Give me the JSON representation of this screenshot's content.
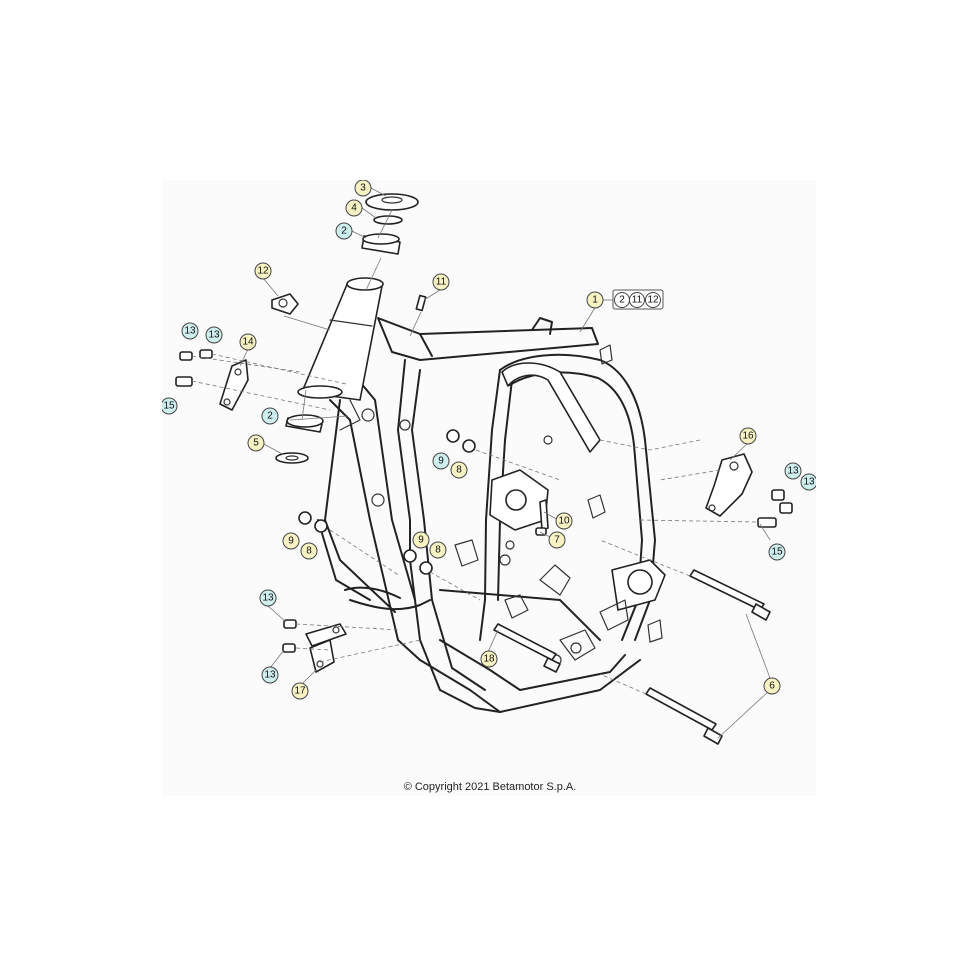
{
  "colors": {
    "callout_yellow": "#f7f2c4",
    "callout_teal": "#cfeeee",
    "callout_white": "#ffffff",
    "line": "#222222"
  },
  "callouts": [
    {
      "id": "c1",
      "label": "1",
      "color": "yellow"
    },
    {
      "id": "c1-kit-2",
      "label": "2",
      "color": "white"
    },
    {
      "id": "c1-kit-11",
      "label": "11",
      "color": "white"
    },
    {
      "id": "c1-kit-12",
      "label": "12",
      "color": "white"
    },
    {
      "id": "c2-top",
      "label": "2",
      "color": "teal"
    },
    {
      "id": "c2-bottom",
      "label": "2",
      "color": "teal"
    },
    {
      "id": "c3",
      "label": "3",
      "color": "yellow"
    },
    {
      "id": "c4",
      "label": "4",
      "color": "yellow"
    },
    {
      "id": "c5",
      "label": "5",
      "color": "yellow"
    },
    {
      "id": "c6",
      "label": "6",
      "color": "yellow"
    },
    {
      "id": "c7",
      "label": "7",
      "color": "yellow"
    },
    {
      "id": "c8-left",
      "label": "8",
      "color": "yellow"
    },
    {
      "id": "c8-mid",
      "label": "8",
      "color": "yellow"
    },
    {
      "id": "c8-top",
      "label": "8",
      "color": "yellow"
    },
    {
      "id": "c9-left",
      "label": "9",
      "color": "yellow"
    },
    {
      "id": "c9-mid",
      "label": "9",
      "color": "yellow"
    },
    {
      "id": "c9-top",
      "label": "9",
      "color": "teal"
    },
    {
      "id": "c10",
      "label": "10",
      "color": "yellow"
    },
    {
      "id": "c11",
      "label": "11",
      "color": "yellow"
    },
    {
      "id": "c12",
      "label": "12",
      "color": "yellow"
    },
    {
      "id": "c13-a",
      "label": "13",
      "color": "teal"
    },
    {
      "id": "c13-b",
      "label": "13",
      "color": "teal"
    },
    {
      "id": "c13-c",
      "label": "13",
      "color": "teal"
    },
    {
      "id": "c13-d",
      "label": "13",
      "color": "teal"
    },
    {
      "id": "c13-e",
      "label": "13",
      "color": "teal"
    },
    {
      "id": "c13-f",
      "label": "13",
      "color": "teal"
    },
    {
      "id": "c14",
      "label": "14",
      "color": "yellow"
    },
    {
      "id": "c15-left",
      "label": "15",
      "color": "teal"
    },
    {
      "id": "c15-right",
      "label": "15",
      "color": "teal"
    },
    {
      "id": "c16",
      "label": "16",
      "color": "yellow"
    },
    {
      "id": "c17",
      "label": "17",
      "color": "yellow"
    },
    {
      "id": "c18",
      "label": "18",
      "color": "yellow"
    }
  ],
  "copyright": "© Copyright 2021 Betamotor S.p.A."
}
